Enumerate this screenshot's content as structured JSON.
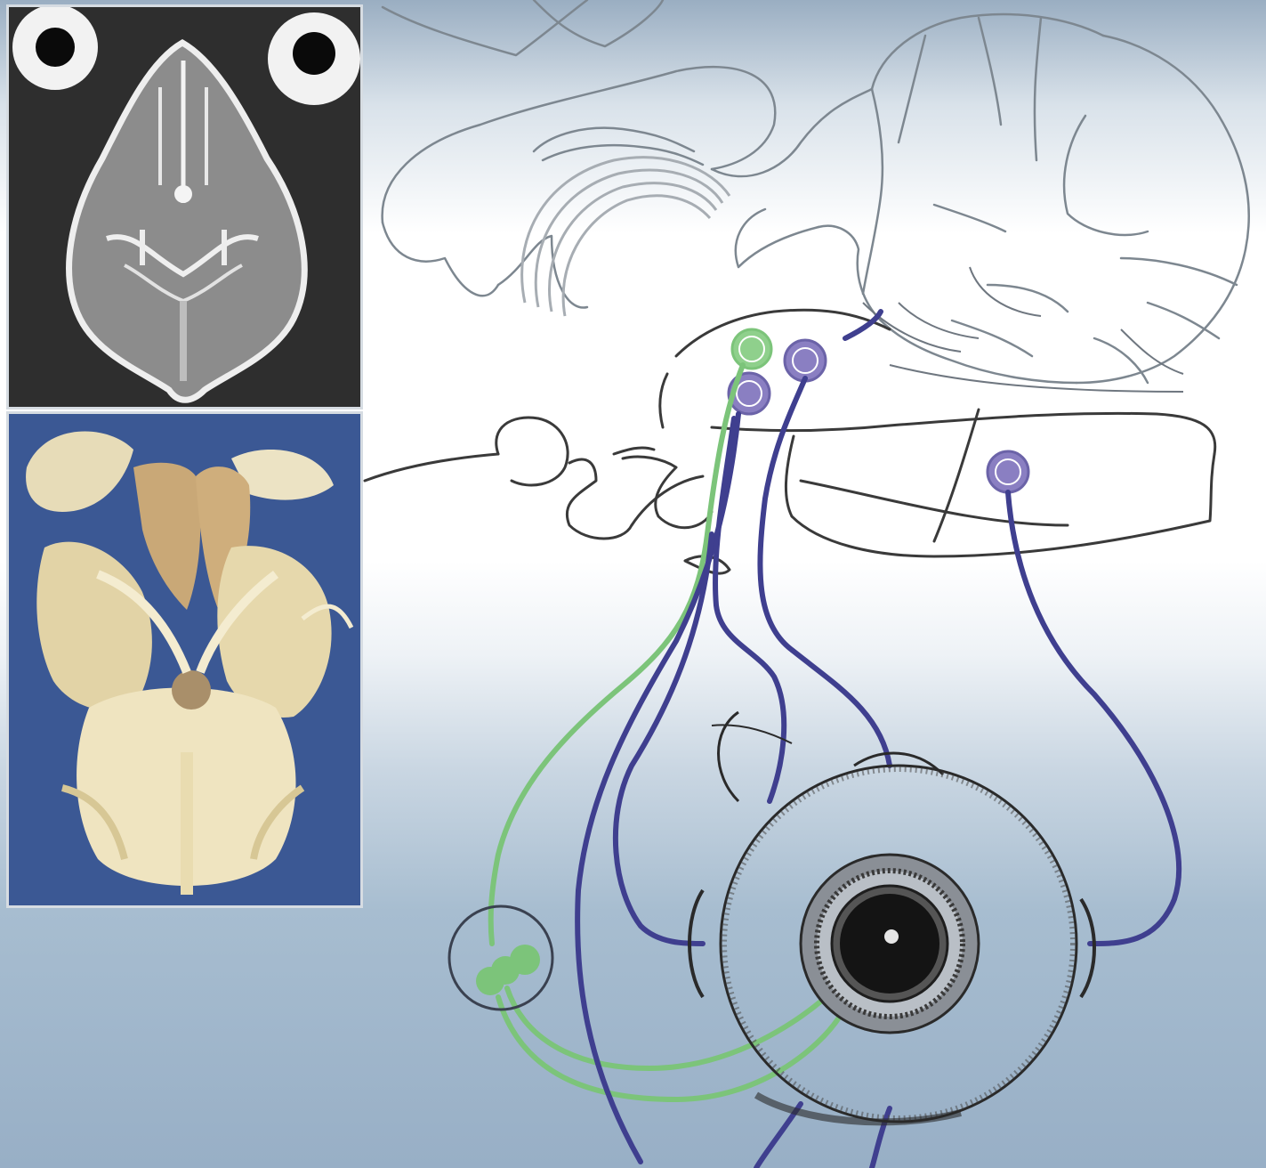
{
  "colors": {
    "background_top": "#9aaec2",
    "background_mid": "#ffffff",
    "background_bottom": "#98afc6",
    "brain_outline": "#7d8790",
    "midbrain_outline": "#3a3a3a",
    "parasympathetic_pathway": "#7cc47a",
    "motor_pathway": "#3f3f8f",
    "nucleus_fill_green": "#8fd08c",
    "nucleus_fill_purple": "#8a7fc2",
    "eye_iris": "#555555",
    "eye_pupil": "#141414",
    "ct_background": "#2e2e2e",
    "ct_bone": "#f2f2f2",
    "specimen_background": "#3b5894",
    "specimen_tissue": "#e2d3a6"
  },
  "panels": [
    {
      "name": "ct-scan",
      "description_icon": "ct-skull-icon"
    },
    {
      "name": "brain-specimen",
      "description_icon": "brain-specimen-icon"
    }
  ],
  "diagram": {
    "nuclei": [
      {
        "name": "green-nucleus-midbrain",
        "color": "green"
      },
      {
        "name": "purple-nucleus-dorsal",
        "color": "purple"
      },
      {
        "name": "purple-nucleus-ventral",
        "color": "purple"
      },
      {
        "name": "purple-nucleus-pons",
        "color": "purple"
      }
    ],
    "ganglion_cells": 3,
    "icons": [
      "eyeball-icon",
      "brain-outline-icon",
      "ciliary-ganglion-icon"
    ]
  }
}
